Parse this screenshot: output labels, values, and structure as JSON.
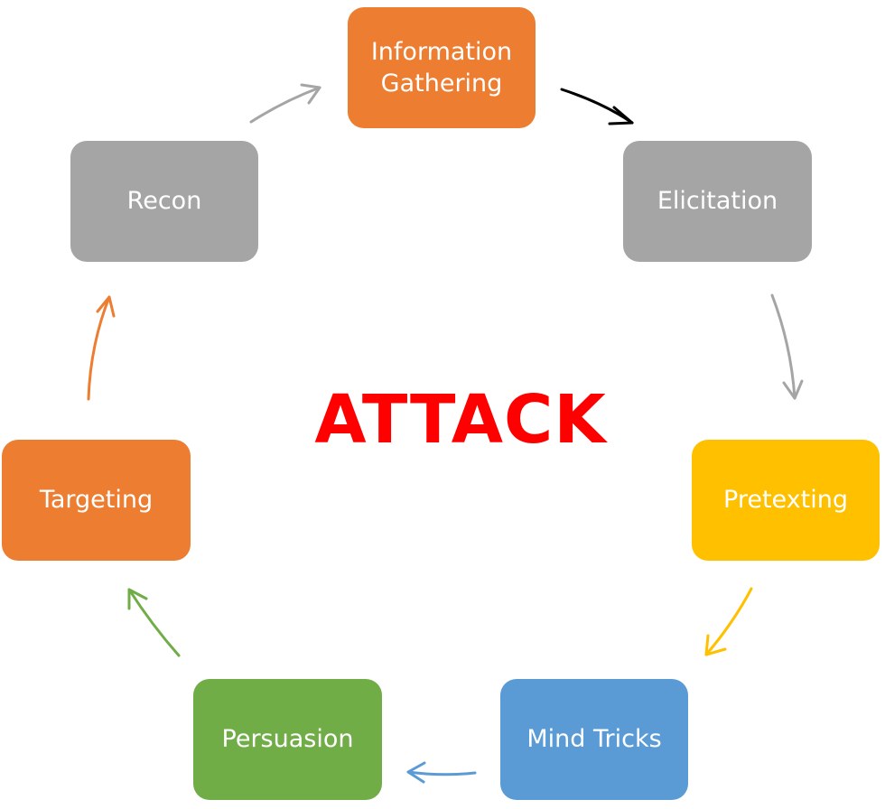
{
  "title": {
    "text": "ATTACK",
    "color": "#ff0000"
  },
  "nodes": [
    {
      "id": "info",
      "label": "Information\nGathering",
      "color": "#ed7d31"
    },
    {
      "id": "elic",
      "label": "Elicitation",
      "color": "#a5a5a5"
    },
    {
      "id": "pre",
      "label": "Pretexting",
      "color": "#ffc000"
    },
    {
      "id": "mind",
      "label": "Mind Tricks",
      "color": "#5b9bd5"
    },
    {
      "id": "pers",
      "label": "Persuasion",
      "color": "#70ad47"
    },
    {
      "id": "targ",
      "label": "Targeting",
      "color": "#ed7d31"
    },
    {
      "id": "recon",
      "label": "Recon",
      "color": "#a5a5a5"
    }
  ],
  "arrows": [
    {
      "from": "info",
      "to": "elic",
      "color": "#000000"
    },
    {
      "from": "elic",
      "to": "pre",
      "color": "#a5a5a5"
    },
    {
      "from": "pre",
      "to": "mind",
      "color": "#ffc000"
    },
    {
      "from": "mind",
      "to": "pers",
      "color": "#5b9bd5"
    },
    {
      "from": "pers",
      "to": "targ",
      "color": "#70ad47"
    },
    {
      "from": "targ",
      "to": "recon",
      "color": "#ed7d31"
    },
    {
      "from": "recon",
      "to": "info",
      "color": "#a5a5a5"
    }
  ]
}
